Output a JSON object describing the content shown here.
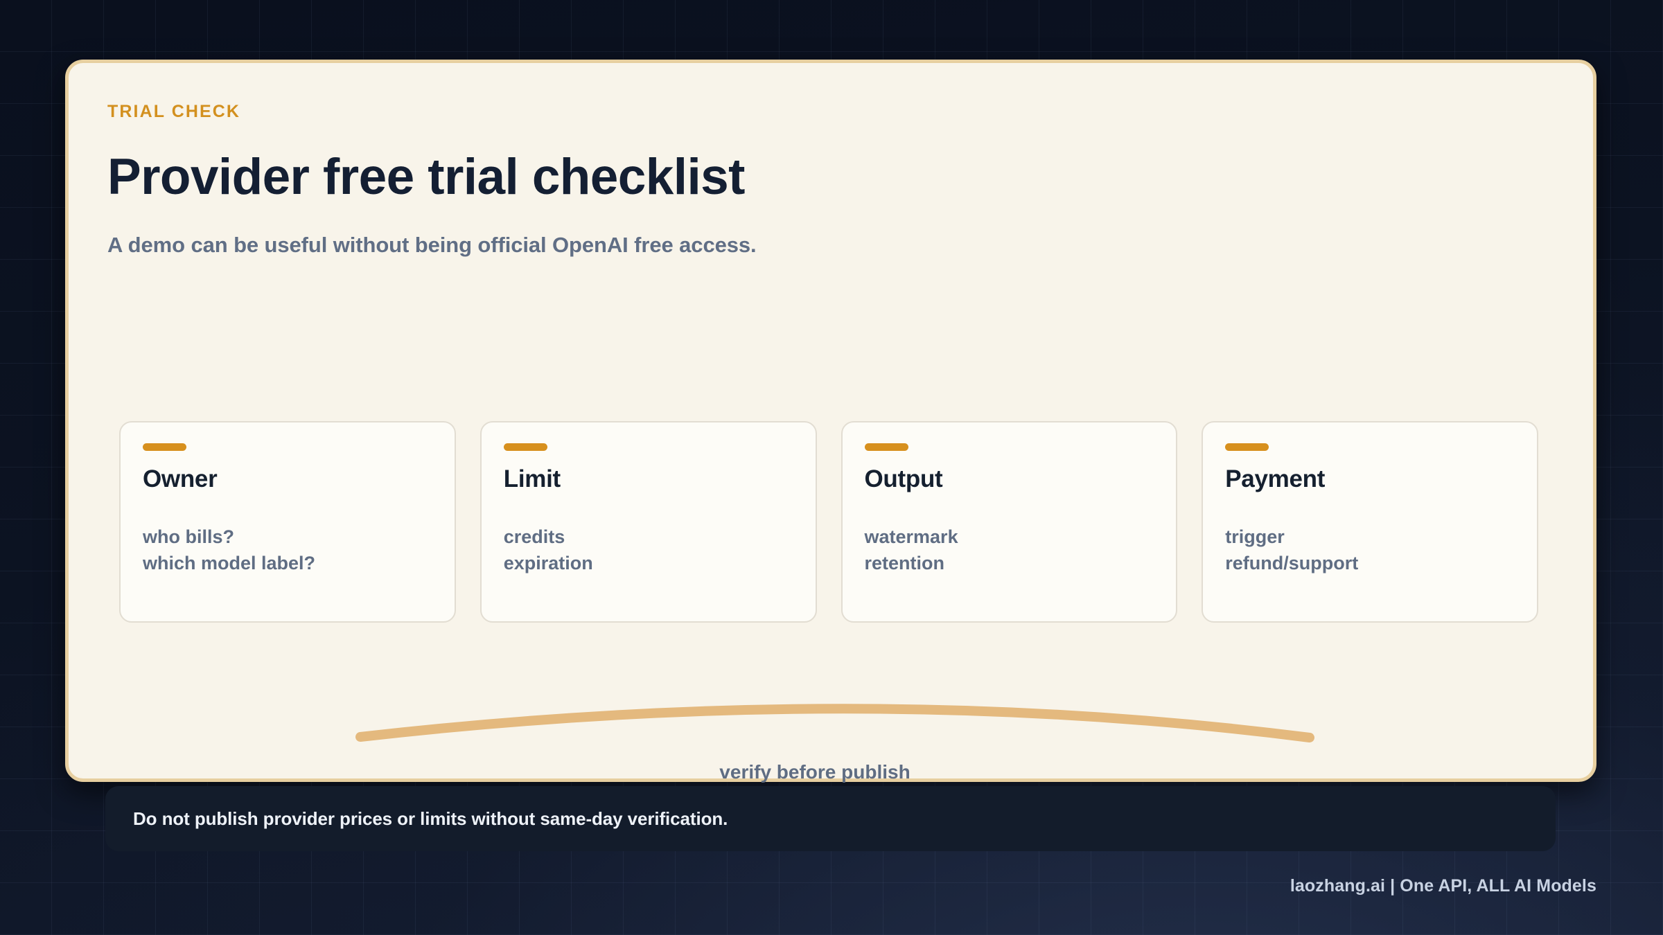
{
  "background": {
    "base_color": "#0d1322",
    "grid_line_color": "rgba(125,147,190,0.085)"
  },
  "panel": {
    "background_color": "#f8f4ea",
    "border_color": "#e7cfa0",
    "eyebrow": "TRIAL CHECK",
    "eyebrow_color": "#d3901f",
    "headline": "Provider free trial checklist",
    "headline_color": "#141f33",
    "subhead": "A demo can be useful without being official OpenAI free access.",
    "subhead_color": "#606e85"
  },
  "cards": [
    {
      "title": "Owner",
      "lines": [
        "who bills?",
        "which model label?"
      ],
      "accent_color": "#d7901e"
    },
    {
      "title": "Limit",
      "lines": [
        "credits",
        "expiration"
      ],
      "accent_color": "#d7901e"
    },
    {
      "title": "Output",
      "lines": [
        "watermark",
        "retention"
      ],
      "accent_color": "#d7901e"
    },
    {
      "title": "Payment",
      "lines": [
        "trigger",
        "refund/support"
      ],
      "accent_color": "#d7901e"
    }
  ],
  "arc": {
    "caption": "verify before publish",
    "stroke_color": "#e4b97e",
    "caption_color": "#5f6d83"
  },
  "banner": {
    "text": "Do not publish provider prices or limits without same-day verification.",
    "background_color": "#131c2b",
    "text_color": "#eef2f8"
  },
  "footer": {
    "text": "laozhang.ai | One API, ALL AI Models",
    "text_color": "#c8d2e2"
  }
}
